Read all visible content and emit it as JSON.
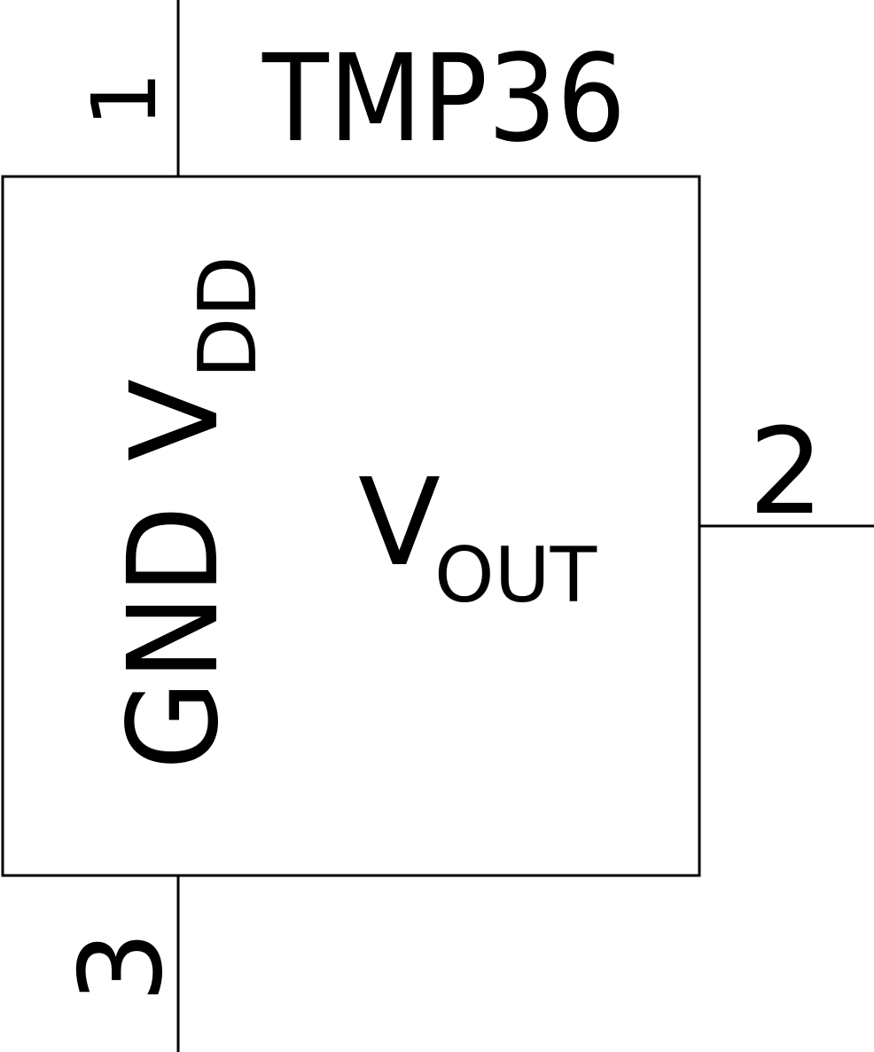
{
  "component": {
    "part_name": "TMP36",
    "pins": [
      {
        "number": "1",
        "label_main": "V",
        "label_sub": "DD"
      },
      {
        "number": "2",
        "label_main": "V",
        "label_sub": "OUT"
      },
      {
        "number": "3",
        "label_main": "GND",
        "label_sub": ""
      }
    ]
  },
  "colors": {
    "stroke": "#000000",
    "background": "#ffffff"
  }
}
